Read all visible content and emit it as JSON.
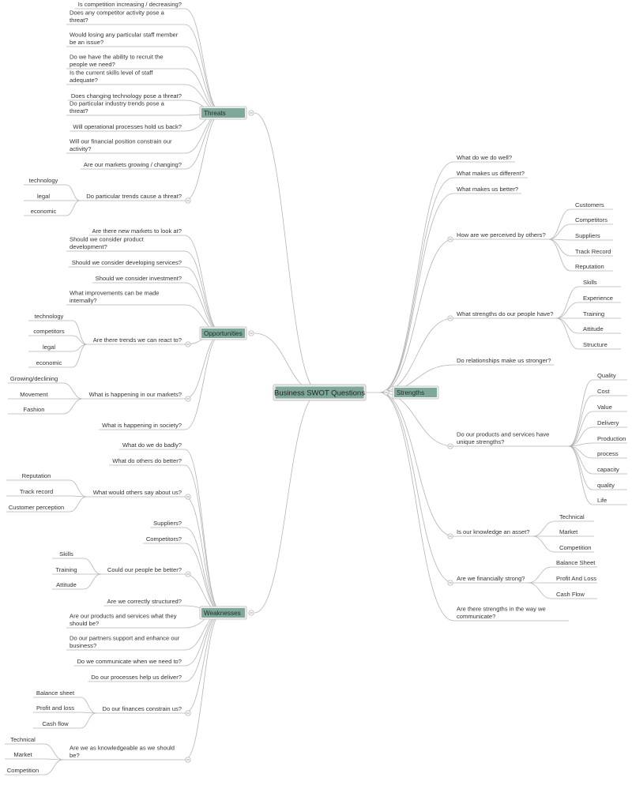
{
  "central": "Business SWOT Questions",
  "toggle_glyph": "–",
  "colors": {
    "box_fill": "#7ea899",
    "box_border": "#c9c9c9",
    "line": "#b4b4b4",
    "text": "#333333"
  },
  "branches": [
    {
      "id": "threats",
      "label": "Threats",
      "children": [
        {
          "label": "Is competition increasing / decreasing?"
        },
        {
          "label": "Does any competitor activity pose a threat?"
        },
        {
          "label": "Would losing any particular staff member be an issue?"
        },
        {
          "label": "Do we have the ability to recruit the people we need?"
        },
        {
          "label": "Is the current skills level of staff adequate?"
        },
        {
          "label": "Does changing technology pose a threat?"
        },
        {
          "label": "Do particular industry trends pose a threat?"
        },
        {
          "label": "Will operational processes hold us back?"
        },
        {
          "label": "Will our financial position constrain our activity?"
        },
        {
          "label": "Are our markets growing / changing?"
        },
        {
          "label": "Do particular trends cause a threat?",
          "children": [
            "technology",
            "legal",
            "economic"
          ]
        }
      ]
    },
    {
      "id": "opportunities",
      "label": "Opportunities",
      "children": [
        {
          "label": "Are there new markets to look at?"
        },
        {
          "label": "Should we consider product development?"
        },
        {
          "label": "Should we consider developing services?"
        },
        {
          "label": "Should we consider investment?"
        },
        {
          "label": "What improvements can be made internally?"
        },
        {
          "label": "Are there trends we can react to?",
          "children": [
            "technology",
            "competitors",
            "legal",
            "economic"
          ]
        },
        {
          "label": "What is happening in our markets?",
          "children": [
            "Growing/declining",
            "Movement",
            "Fashion"
          ]
        },
        {
          "label": "What is happening in society?"
        }
      ]
    },
    {
      "id": "weaknesses",
      "label": "Weaknesses",
      "children": [
        {
          "label": "What do we do badly?"
        },
        {
          "label": "What do others do better?"
        },
        {
          "label": "What would others say about us?",
          "children": [
            "Reputation",
            "Track record",
            "Customer perception"
          ]
        },
        {
          "label": "Suppliers?"
        },
        {
          "label": "Competitors?"
        },
        {
          "label": "Could our people be better?",
          "children": [
            "Skills",
            "Training",
            "Attitude"
          ]
        },
        {
          "label": "Are we correctly structured?"
        },
        {
          "label": "Are our products and services what they should be?"
        },
        {
          "label": "Do our partners support and enhance our business?"
        },
        {
          "label": "Do we communicate when we need to?"
        },
        {
          "label": "Do our processes help us deliver?"
        },
        {
          "label": "Do our finances constrain us?",
          "children": [
            "Balance sheet",
            "Profit and loss",
            "Cash flow"
          ]
        },
        {
          "label": "Are we as knowledgeable as we should be?",
          "children": [
            "Technical",
            "Market",
            "Competition"
          ]
        }
      ]
    },
    {
      "id": "strengths",
      "label": "Strengths",
      "children": [
        {
          "label": "What do we do well?"
        },
        {
          "label": "What makes us different?"
        },
        {
          "label": "What makes us better?"
        },
        {
          "label": "How are we perceived by others?",
          "children": [
            "Customers",
            "Competitors",
            "Suppliers",
            "Track Record",
            "Reputation"
          ]
        },
        {
          "label": "What strengths do our people have?",
          "children": [
            "Skills",
            "Experience",
            "Training",
            "Attitude",
            "Structure"
          ]
        },
        {
          "label": "Do relationships make us stronger?"
        },
        {
          "label": "Do our products and services have unique strengths?",
          "children": [
            "Quality",
            "Cost",
            "Value",
            "Delivery",
            "Production",
            "process",
            "capacity",
            "quality",
            "Life"
          ]
        },
        {
          "label": "Is our knowledge an asset?",
          "children": [
            "Technical",
            "Market",
            "Competition"
          ]
        },
        {
          "label": "Are we financially strong?",
          "children": [
            "Balance Sheet",
            "Profit And Loss",
            "Cash Flow"
          ]
        },
        {
          "label": "Are there strengths in the way we communicate?"
        }
      ]
    }
  ]
}
